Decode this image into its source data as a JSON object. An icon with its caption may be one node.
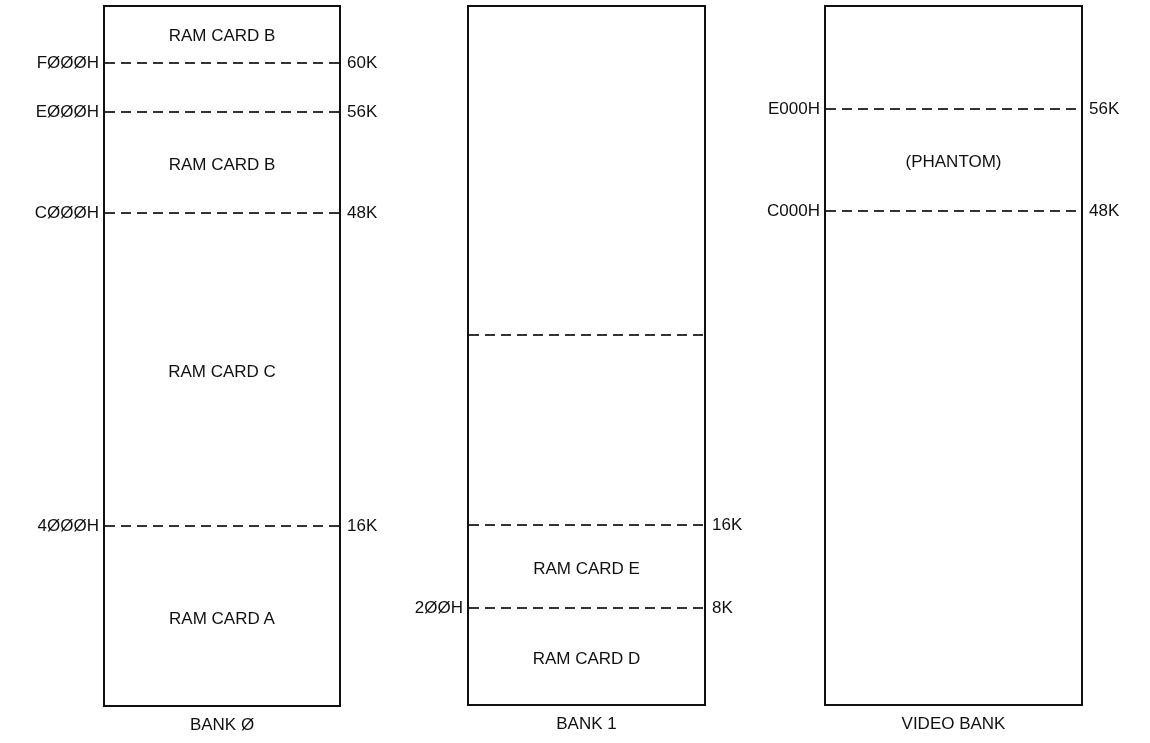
{
  "diagram": {
    "nodes": [
      {
        "text": [],
        "shape": "box",
        "beside": [
          "BANK Ø"
        ]
      },
      {
        "text": [
          "RAM CARD B"
        ],
        "in": 0
      },
      {
        "text": [
          "RAM CARD B"
        ],
        "in": 0
      },
      {
        "text": [
          "RAM CARD C"
        ],
        "in": 0
      },
      {
        "text": [
          "RAM CARD A"
        ],
        "in": 0
      },
      {
        "text": [],
        "shape": "box",
        "beside": [
          "BANK 1"
        ]
      },
      {
        "text": [
          "RAM CARD E"
        ],
        "in": 5
      },
      {
        "text": [
          "RAM CARD D"
        ],
        "in": 5
      },
      {
        "text": [],
        "shape": "box",
        "beside": [
          "VIDEO BANK"
        ]
      },
      {
        "text": [
          "(PHANTOM)"
        ],
        "in": 8
      }
    ],
    "edges": [],
    "labels": [
      "FØØØH",
      "60K",
      "EØØØH",
      "56K",
      "E000H",
      "56K",
      "CØØØH",
      "48K",
      "C000H",
      "48K",
      "4ØØØH",
      "16K",
      "16K",
      "2ØØH",
      "8K"
    ]
  }
}
